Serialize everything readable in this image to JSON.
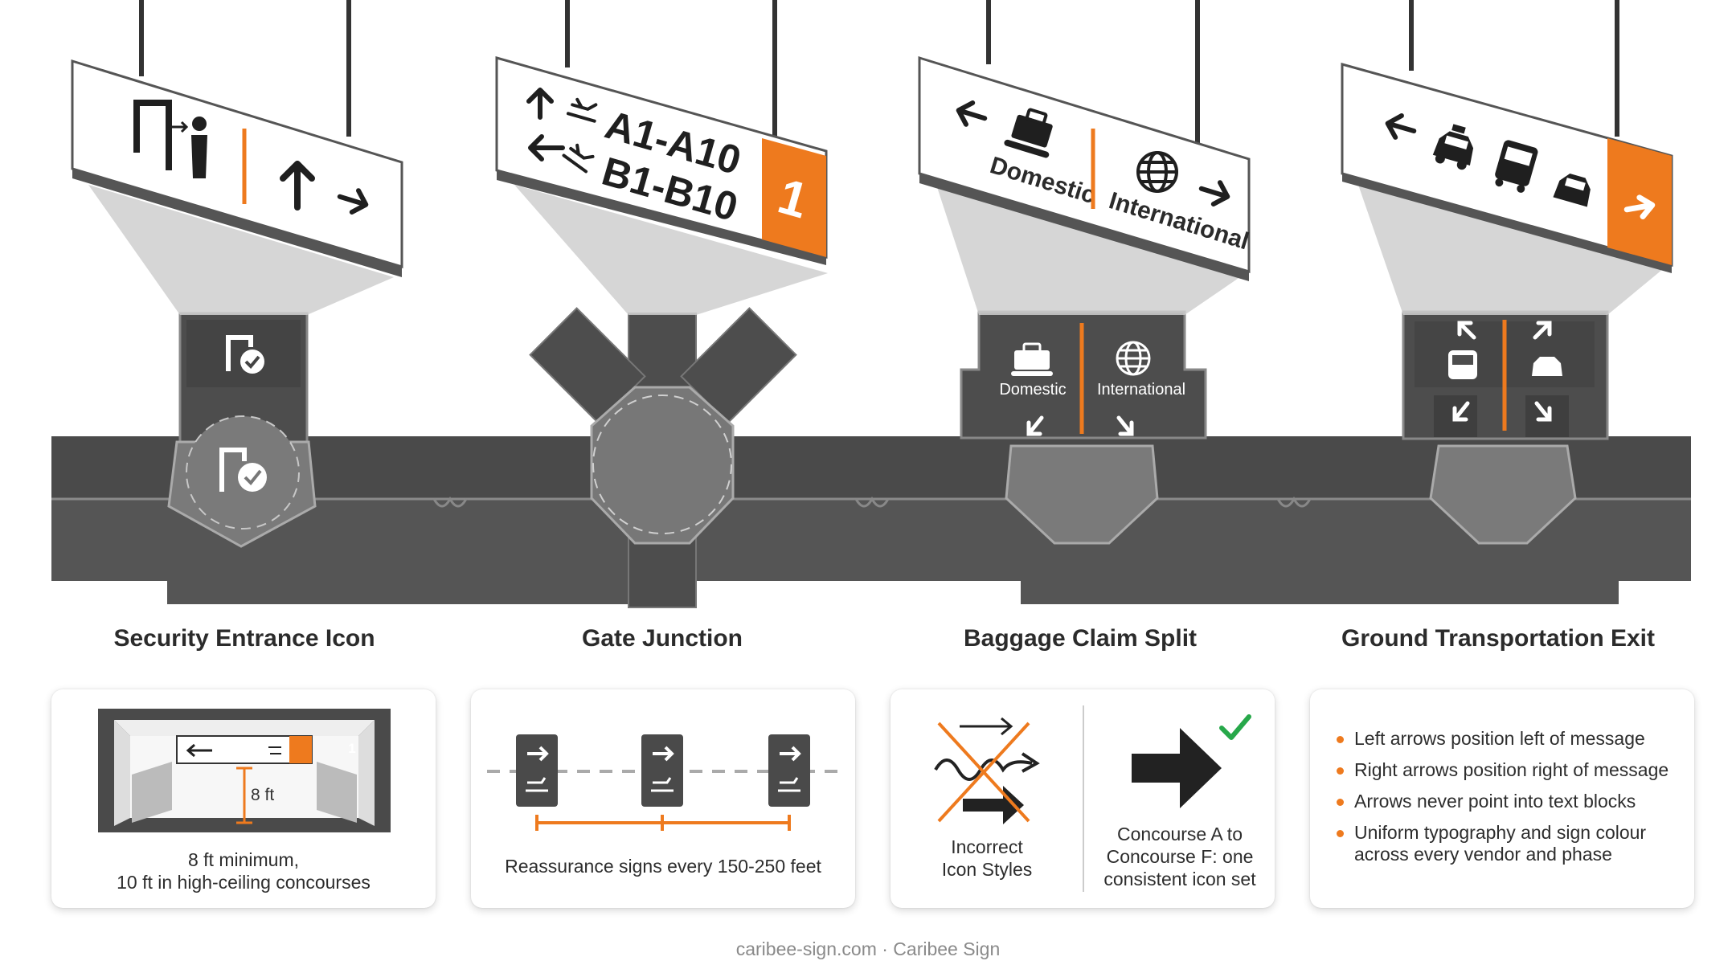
{
  "panels": [
    {
      "caption": "Security Entrance Icon"
    },
    {
      "caption": "Gate Junction",
      "sign_line1": "A1-A10",
      "sign_line2": "B1-B10",
      "sign_number": "1"
    },
    {
      "caption": "Baggage Claim Split",
      "sign_left": "Domestic",
      "sign_right": "International",
      "floor_left": "Domestic",
      "floor_right": "International"
    },
    {
      "caption": "Ground Transportation Exit"
    }
  ],
  "cards": {
    "height": {
      "mini_sign_number": "1",
      "dimension": "8 ft",
      "text": "8 ft minimum,\n10 ft in high-ceiling concourses"
    },
    "spacing": {
      "text": "Reassurance signs every 150-250 feet"
    },
    "icons": {
      "incorrect": "Incorrect\nIcon Styles",
      "correct": "Concourse A to\nConcourse F: one\nconsistent icon set"
    },
    "rules": {
      "items": [
        "Left arrows position left of message",
        "Right arrows position right of message",
        "Arrows never point into text blocks",
        "Uniform typography and sign colour\nacross every vendor and phase"
      ]
    }
  },
  "footer": "caribee-sign.com · Caribee Sign",
  "colors": {
    "accent": "#ee7a1e",
    "floor": "#595959",
    "floor_light": "#7a7a7a",
    "ink": "#2b2b2b"
  }
}
